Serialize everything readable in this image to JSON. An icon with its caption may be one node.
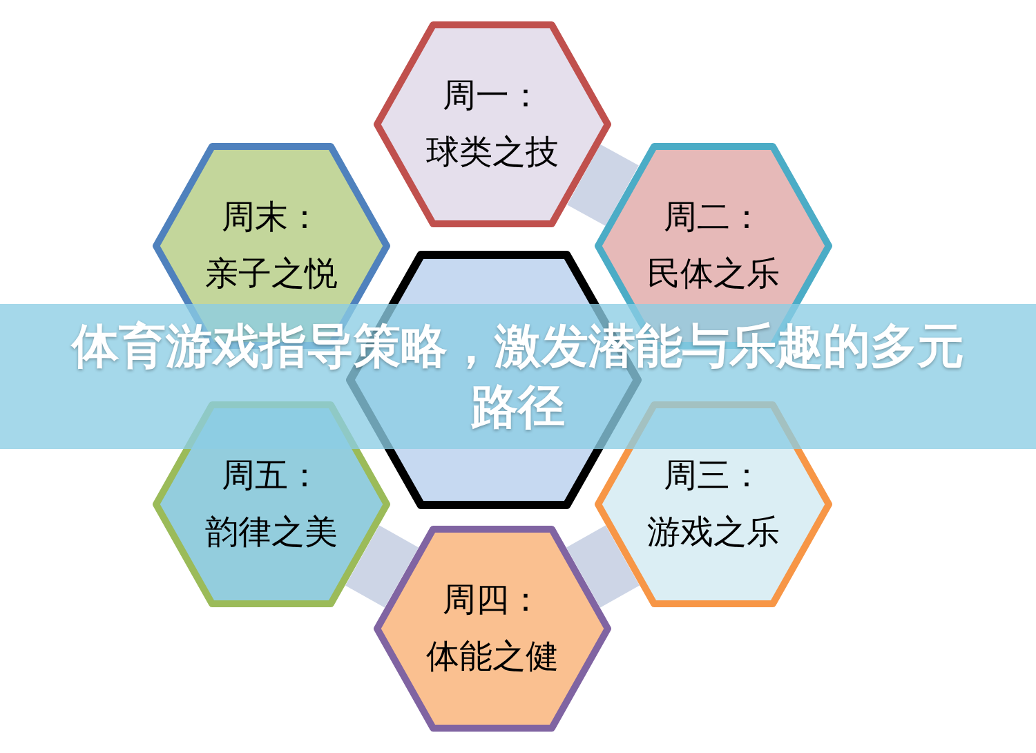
{
  "diagram": {
    "title": "体育游戏指导策略，激发潜能与乐趣的多元路径",
    "nodes": [
      {
        "text": [
          "周一：",
          "球类之技"
        ]
      },
      {
        "text": [
          "周末：",
          "亲子之悦"
        ]
      },
      {
        "text": [
          "周二：",
          "民体之乐"
        ]
      },
      {
        "text": [],
        "shape": "hexagon"
      },
      {
        "text": [
          "周五：",
          "韵律之美"
        ]
      },
      {
        "text": [
          "周三：",
          "游戏之乐"
        ]
      },
      {
        "text": [
          "周四：",
          "体能之健"
        ]
      }
    ],
    "edges": [
      {
        "from": 0,
        "to": 2,
        "arrow": "none"
      },
      {
        "from": 4,
        "to": 6,
        "arrow": "none"
      },
      {
        "from": 6,
        "to": 5,
        "arrow": "none"
      }
    ]
  }
}
